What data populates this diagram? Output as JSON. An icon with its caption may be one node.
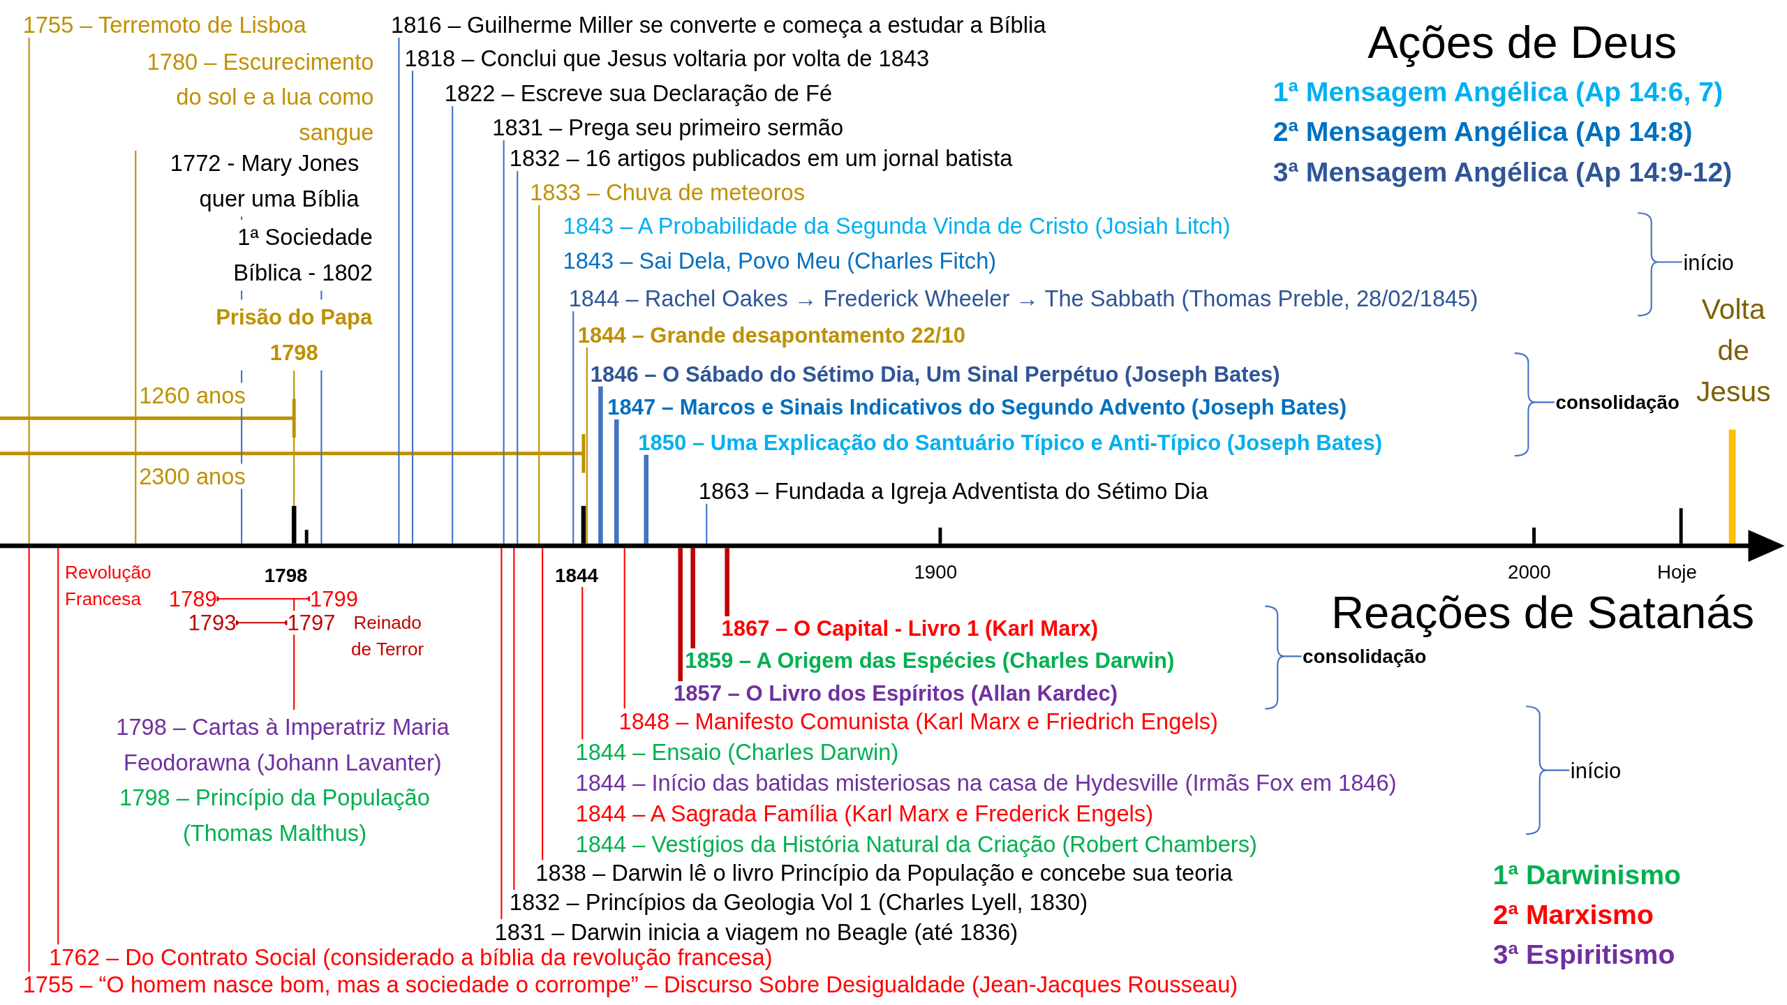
{
  "diagram": {
    "nodes": [
      {
        "text": [
          "1755 – Terremoto de Lisboa"
        ]
      },
      {
        "text": [
          "1780 – Escurecimento do sol e a lua como sangue"
        ]
      },
      {
        "text": [
          "1772 - Mary Jones quer uma Bíblia"
        ]
      },
      {
        "text": [
          "1ª Sociedade Bíblica - 1802"
        ]
      },
      {
        "text": [
          "Prisão do Papa 1798"
        ]
      },
      {
        "text": [
          "1816 – Guilherme Miller se converte e começa a estudar a Bíblia"
        ]
      },
      {
        "text": [
          "1818 – Conclui que Jesus voltaria por volta de 1843"
        ]
      },
      {
        "text": [
          "1822 – Escreve sua Declaração de Fé"
        ]
      },
      {
        "text": [
          "1831 – Prega seu primeiro sermão"
        ]
      },
      {
        "text": [
          "1832 – 16 artigos publicados em um jornal batista"
        ]
      },
      {
        "text": [
          "1833 – Chuva de meteoros"
        ]
      },
      {
        "text": [
          "1843 – A Probabilidade da Segunda Vinda de Cristo (Josiah Litch)"
        ]
      },
      {
        "text": [
          "1843 – Sai Dela, Povo Meu (Charles Fitch)"
        ]
      },
      {
        "text": [
          "1844 – Rachel Oakes → Frederick Wheeler → The Sabbath (Thomas Preble, 28/02/1845)"
        ]
      },
      {
        "text": [
          "1844 – Grande desapontamento 22/10"
        ]
      },
      {
        "text": [
          "1846 – O Sábado do Sétimo Dia, Um Sinal Perpétuo (Joseph Bates)"
        ]
      },
      {
        "text": [
          "1847 – Marcos e Sinais Indicativos do Segundo Advento (Joseph Bates)"
        ]
      },
      {
        "text": [
          "1850 – Uma Explicação do Santuário Típico e Anti-Típico (Joseph Bates)"
        ]
      },
      {
        "text": [
          "1863 – Fundada a Igreja Adventista do Sétimo Dia"
        ]
      },
      {
        "text": [
          "1867 – O Capital - Livro 1 (Karl Marx)"
        ]
      },
      {
        "text": [
          "1859 – A Origem das Espécies (Charles Darwin)"
        ]
      },
      {
        "text": [
          "1857 – O Livro dos Espíritos (Allan Kardec)"
        ]
      },
      {
        "text": [
          "1848 – Manifesto Comunista (Karl Marx e Friedrich Engels)"
        ]
      },
      {
        "text": [
          "1844 – Ensaio (Charles Darwin)"
        ]
      },
      {
        "text": [
          "1844 – Início das batidas misteriosas na casa de Hydesville (Irmãs Fox em 1846)"
        ]
      },
      {
        "text": [
          "1844 – A Sagrada Família (Karl Marx e Frederick Engels)"
        ]
      },
      {
        "text": [
          "1844 – Vestígios da História Natural da Criação (Robert Chambers)"
        ]
      },
      {
        "text": [
          "1838 – Darwin lê o livro Princípio da População e concebe sua teoria"
        ]
      },
      {
        "text": [
          "1832 – Princípios da Geologia Vol 1 (Charles Lyell, 1830)"
        ]
      },
      {
        "text": [
          "1831 – Darwin inicia a viagem no Beagle (até 1836)"
        ]
      },
      {
        "text": [
          "1762 – Do Contrato Social (considerado a bíblia da revolução francesa)"
        ]
      },
      {
        "text": [
          "1755 – “O homem nasce bom, mas a sociedade o corrompe” – Discurso Sobre Desigualdade (Jean-Jacques Rousseau)"
        ]
      },
      {
        "text": [
          "1798 – Cartas à Imperatriz Maria Feodorawna (Johann Lavanter)"
        ]
      },
      {
        "text": [
          "1798 – Princípio da População (Thomas Malthus)"
        ]
      },
      {
        "text": [],
        "shape": "bar"
      },
      {
        "text": [
          "1844"
        ]
      },
      {
        "text": [
          "1789"
        ]
      },
      {
        "text": [
          "1799"
        ]
      },
      {
        "text": [
          "1793"
        ]
      },
      {
        "text": [
          "1797"
        ]
      }
    ],
    "edges": [
      {
        "from": 0,
        "to": 34,
        "arrow": "none",
        "color": "#bf9000"
      },
      {
        "from": 1,
        "to": 34,
        "arrow": "none",
        "color": "#bf9000"
      },
      {
        "from": 2,
        "to": 34,
        "arrow": "none"
      },
      {
        "from": 3,
        "to": 34,
        "arrow": "none"
      },
      {
        "from": 4,
        "to": 34,
        "arrow": "none",
        "color": "#bf9000"
      },
      {
        "from": 5,
        "to": 34,
        "arrow": "none"
      },
      {
        "from": 6,
        "to": 34,
        "arrow": "none"
      },
      {
        "from": 7,
        "to": 34,
        "arrow": "none"
      },
      {
        "from": 8,
        "to": 34,
        "arrow": "none"
      },
      {
        "from": 9,
        "to": 34,
        "arrow": "none"
      },
      {
        "from": 10,
        "to": 34,
        "arrow": "none",
        "color": "#bf9000"
      },
      {
        "from": 13,
        "to": 34,
        "arrow": "none"
      },
      {
        "from": 14,
        "to": 34,
        "arrow": "none",
        "color": "#bf9000"
      },
      {
        "from": 15,
        "to": 34,
        "arrow": "none",
        "style": "thick"
      },
      {
        "from": 16,
        "to": 34,
        "arrow": "none",
        "style": "thick"
      },
      {
        "from": 17,
        "to": 34,
        "arrow": "none",
        "style": "thick"
      },
      {
        "from": 18,
        "to": 34,
        "arrow": "none"
      },
      {
        "from": 19,
        "to": 34,
        "arrow": "none",
        "style": "thick",
        "color": "#c00000"
      },
      {
        "from": 20,
        "to": 34,
        "arrow": "none",
        "style": "thick",
        "color": "#c00000"
      },
      {
        "from": 21,
        "to": 34,
        "arrow": "none",
        "style": "thick",
        "color": "#c00000"
      },
      {
        "from": 22,
        "to": 34,
        "arrow": "none",
        "color": "#ff0000"
      },
      {
        "from": 23,
        "to": 35,
        "arrow": "none",
        "color": "#ff0000"
      },
      {
        "from": 27,
        "to": 34,
        "arrow": "none",
        "color": "#ff0000"
      },
      {
        "from": 28,
        "to": 34,
        "arrow": "none",
        "color": "#ff0000"
      },
      {
        "from": 29,
        "to": 34,
        "arrow": "none",
        "color": "#ff0000"
      },
      {
        "from": 30,
        "to": 34,
        "arrow": "none",
        "color": "#ff0000"
      },
      {
        "from": 31,
        "to": 34,
        "arrow": "none",
        "color": "#ff0000"
      },
      {
        "from": 32,
        "to": 37,
        "arrow": "none",
        "color": "#ff0000"
      },
      {
        "from": 36,
        "to": 37,
        "arrow": "other",
        "color": "#ff0000"
      },
      {
        "from": 38,
        "to": 39,
        "arrow": "other",
        "color": "#c00000"
      }
    ],
    "labels": [
      "Ações de Deus",
      "1ª Mensagem Angélica (Ap 14:6, 7)",
      "2ª Mensagem Angélica (Ap 14:8)",
      "3ª Mensagem Angélica (Ap 14:9-12)",
      "início",
      "Volta de Jesus",
      "1260 anos",
      "consolidação",
      "2300 anos",
      "Revolução Francesa",
      "1798",
      "1900",
      "2000",
      "Hoje",
      "Reinado de Terror",
      "Reações de Satanás",
      "consolidação",
      "início",
      "1ª Darwinismo",
      "2ª Marxismo",
      "3ª Espiritismo"
    ]
  }
}
